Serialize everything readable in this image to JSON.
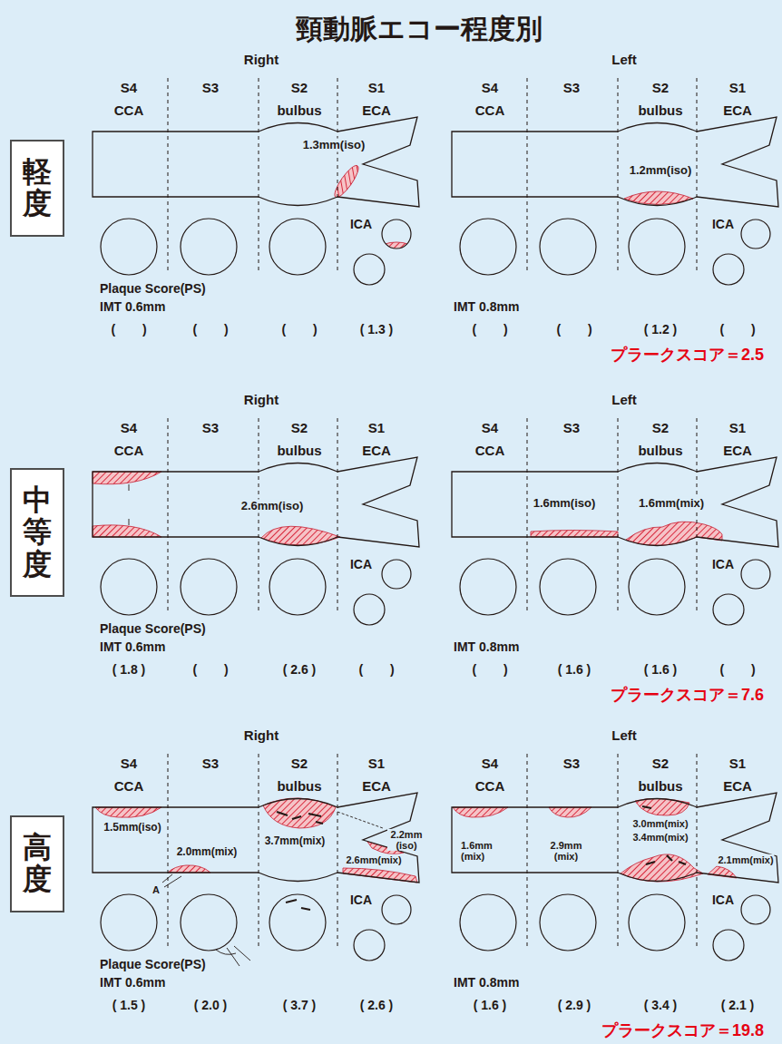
{
  "diagram": {
    "title": "頸動脈エコー程度別",
    "nodes": [
      {
        "text": [
          "軽度"
        ]
      },
      {
        "text": [
          "中等度"
        ]
      },
      {
        "text": [
          "高度"
        ]
      }
    ],
    "labels": [
      "Right",
      "Left",
      "S4",
      "S3",
      "S2",
      "S1",
      "CCA",
      "bulbus",
      "ECA",
      "S4",
      "S3",
      "S2",
      "S1",
      "CCA",
      "bulbus",
      "ECA",
      "ICA",
      "ICA",
      "Plaque Score(PS)",
      "IMT 0.6mm",
      "IMT 0.8mm",
      "( )",
      "( )",
      "( )",
      "( 1.3 )",
      "( )",
      "( )",
      "( 1.2 )",
      "( )",
      "プラークスコア＝2.5",
      "1.3mm(iso)",
      "1.2mm(iso)",
      "Right",
      "Left",
      "S4",
      "S3",
      "S2",
      "S1",
      "CCA",
      "bulbus",
      "ECA",
      "S4",
      "S3",
      "S2",
      "S1",
      "CCA",
      "bulbus",
      "ECA",
      "ICA",
      "ICA",
      "Plaque Score(PS)",
      "IMT 0.6mm",
      "IMT 0.8mm",
      "( 1.8 )",
      "( )",
      "( 2.6 )",
      "( )",
      "( )",
      "( 1.6 )",
      "( 1.6 )",
      "( )",
      "プラークスコア＝7.6",
      "2.6mm(iso)",
      "1.6mm(iso)",
      "1.6mm(mix)",
      "Right",
      "Left",
      "S4",
      "S3",
      "S2",
      "S1",
      "CCA",
      "bulbus",
      "ECA",
      "S4",
      "S3",
      "S2",
      "S1",
      "CCA",
      "bulbus",
      "ECA",
      "ICA",
      "ICA",
      "Plaque Score(PS)",
      "IMT 0.6mm",
      "IMT 0.8mm",
      "( 1.5 )",
      "( 2.0 )",
      "( 3.7 )",
      "( 2.6 )",
      "( 1.6 )",
      "( 2.9 )",
      "( 3.4 )",
      "( 2.1 )",
      "プラークスコア＝19.8",
      "1.5mm(iso)",
      "2.0mm(mix)",
      "A",
      "3.7mm(mix)",
      "2.2mm (iso)",
      "2.6mm(mix)",
      "1.6mm (mix)",
      "2.9mm (mix)",
      "3.0mm(mix)",
      "3.4mm(mix)",
      "2.1mm(mix)"
    ]
  }
}
